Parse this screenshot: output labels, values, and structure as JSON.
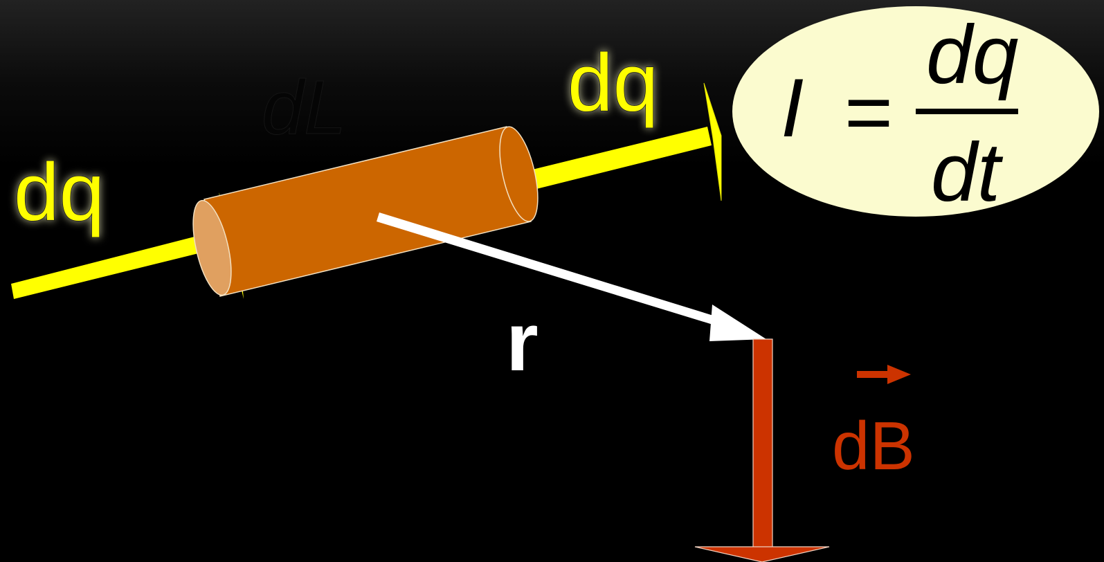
{
  "labels": {
    "dq_left": "dq",
    "dq_right": "dq",
    "dL": "dL",
    "r": "r",
    "dB": "dB"
  },
  "formula": {
    "lhs": "I",
    "equals": "=",
    "numerator": "dq",
    "denominator": "dt"
  },
  "colors": {
    "wire": "#ffff00",
    "cylinder": "#cc6600",
    "cylinder_end": "#e0a060",
    "r_vector": "#ffffff",
    "dB_vector": "#cc3300",
    "formula_bg": "#fbfbcf"
  }
}
